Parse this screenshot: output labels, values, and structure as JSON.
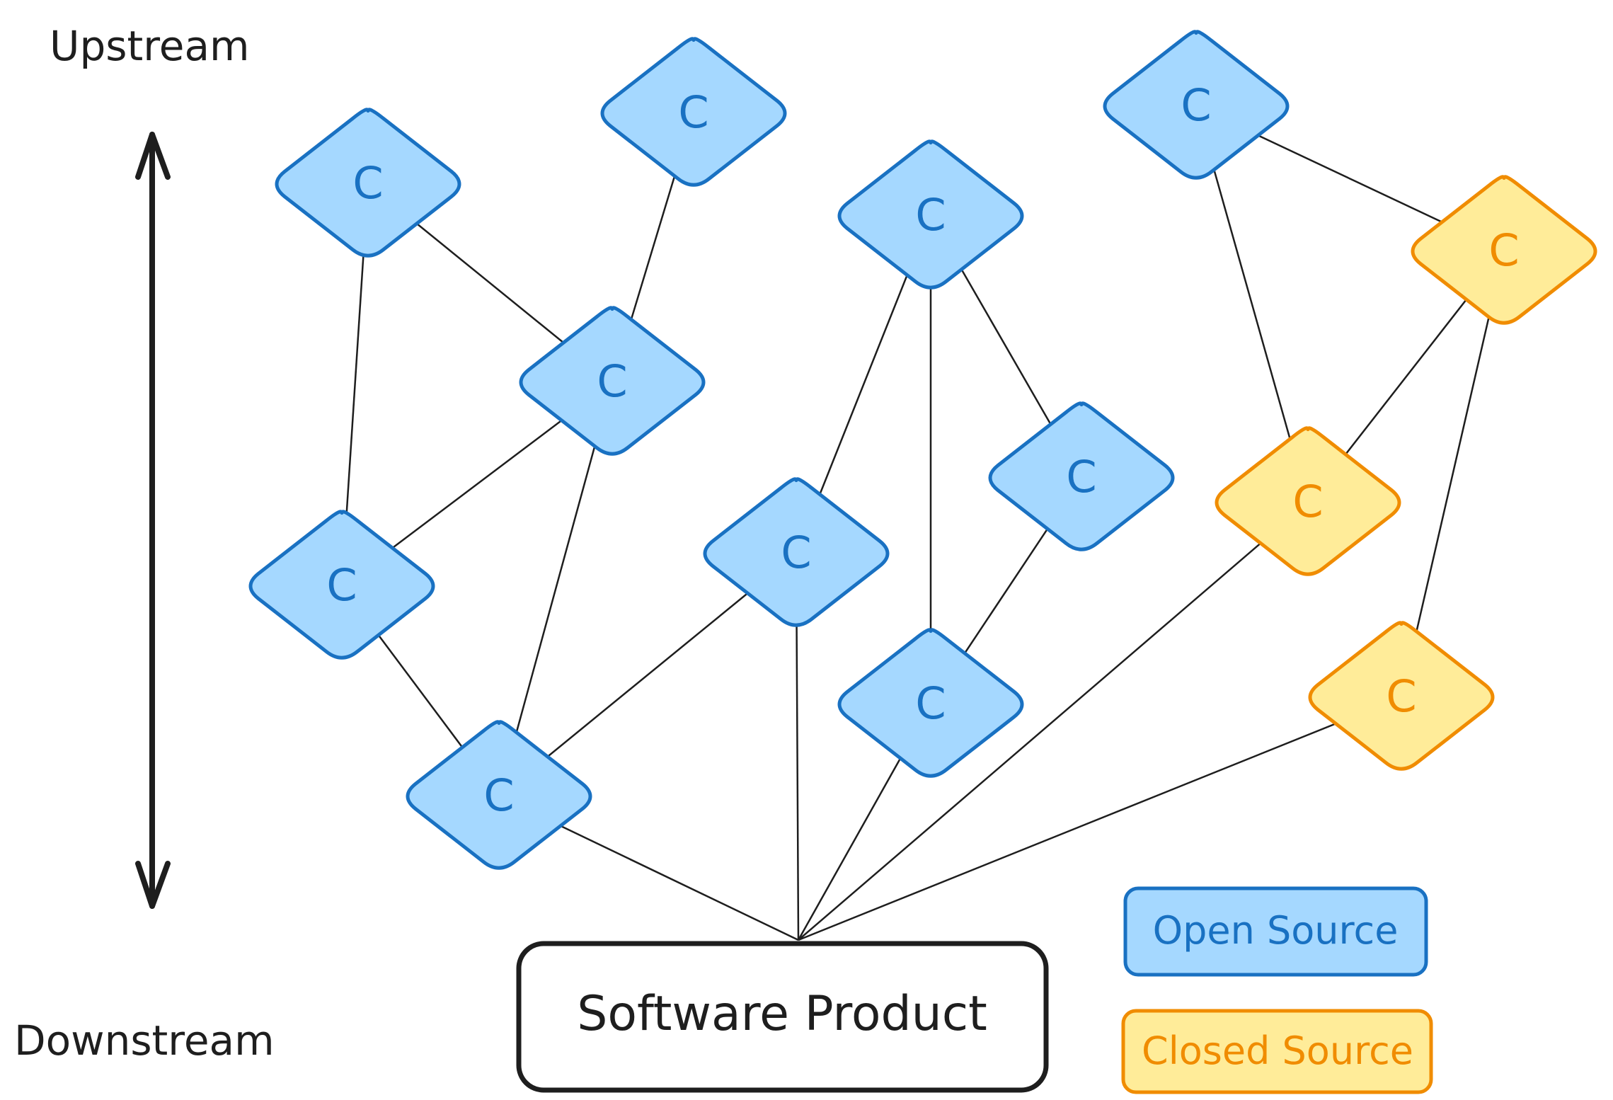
{
  "axis": {
    "upstream_label": "Upstream",
    "downstream_label": "Downstream"
  },
  "nodes": [
    {
      "id": "n1",
      "label": "C",
      "kind": "open"
    },
    {
      "id": "n2",
      "label": "C",
      "kind": "open"
    },
    {
      "id": "n3",
      "label": "C",
      "kind": "open"
    },
    {
      "id": "n4",
      "label": "C",
      "kind": "open"
    },
    {
      "id": "n5",
      "label": "C",
      "kind": "open"
    },
    {
      "id": "n6",
      "label": "C",
      "kind": "closed"
    },
    {
      "id": "n7",
      "label": "C",
      "kind": "open"
    },
    {
      "id": "n8",
      "label": "C",
      "kind": "open"
    },
    {
      "id": "n9",
      "label": "C",
      "kind": "open"
    },
    {
      "id": "n10",
      "label": "C",
      "kind": "closed"
    },
    {
      "id": "n11",
      "label": "C",
      "kind": "open"
    },
    {
      "id": "n12",
      "label": "C",
      "kind": "closed"
    },
    {
      "id": "n13",
      "label": "C",
      "kind": "open"
    }
  ],
  "edges": [
    [
      "n1",
      "n5"
    ],
    [
      "n1",
      "n7"
    ],
    [
      "n2",
      "n5"
    ],
    [
      "n5",
      "n7"
    ],
    [
      "n5",
      "n13"
    ],
    [
      "n7",
      "n13"
    ],
    [
      "n4",
      "n8"
    ],
    [
      "n4",
      "n9"
    ],
    [
      "n4",
      "n11"
    ],
    [
      "n9",
      "n11"
    ],
    [
      "n8",
      "n13"
    ],
    [
      "n8",
      "product"
    ],
    [
      "n11",
      "product"
    ],
    [
      "n13",
      "product"
    ],
    [
      "n3",
      "n6"
    ],
    [
      "n3",
      "n10"
    ],
    [
      "n6",
      "n10"
    ],
    [
      "n6",
      "n12"
    ],
    [
      "n10",
      "product"
    ],
    [
      "n12",
      "product"
    ]
  ],
  "product": {
    "label": "Software Product"
  },
  "legend": {
    "open_label": "Open Source",
    "closed_label": "Closed Source"
  },
  "colors": {
    "open_fill": "#a5d8ff",
    "open_stroke": "#1971c2",
    "closed_fill": "#ffec99",
    "closed_stroke": "#f08c00",
    "ink": "#1e1e1e"
  }
}
